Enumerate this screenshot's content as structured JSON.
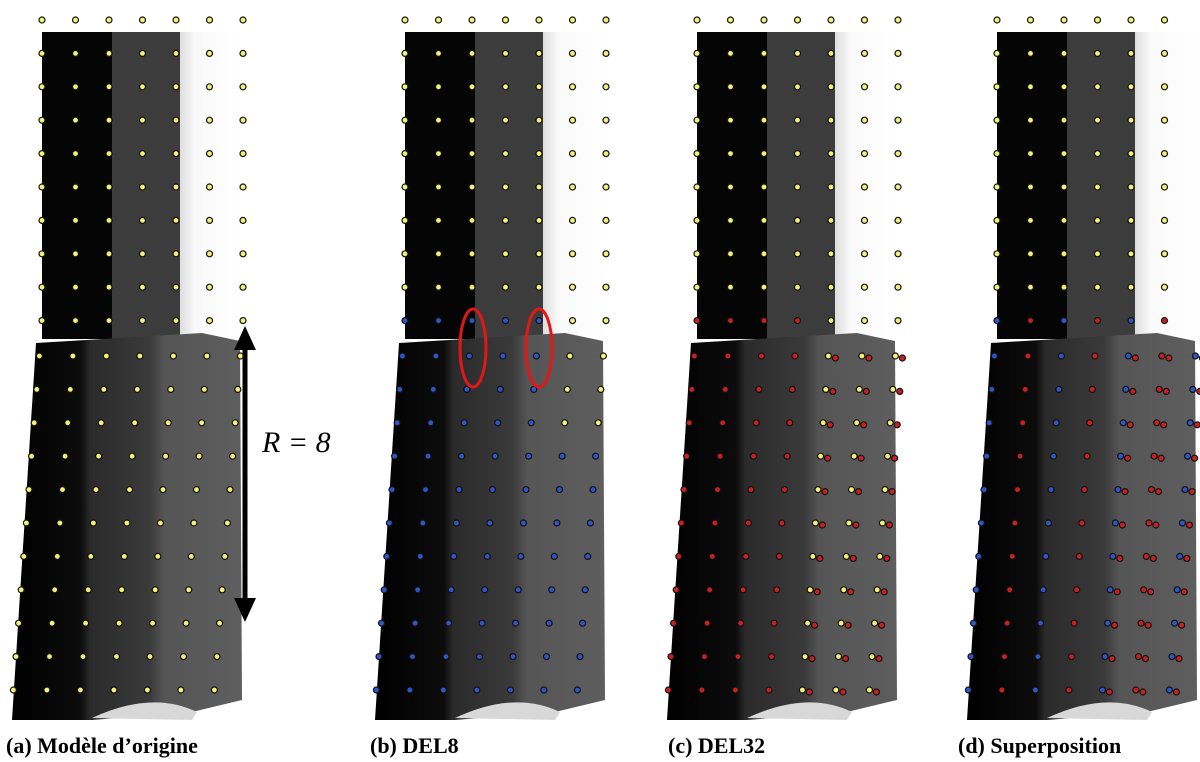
{
  "panels": [
    {
      "caption": "(a) Modèle d’origine",
      "dots": "yellow",
      "highlight": false
    },
    {
      "caption": "(b) DEL8",
      "dots": "blue",
      "highlight": true
    },
    {
      "caption": "(c) DEL32",
      "dots": "red",
      "highlight": false
    },
    {
      "caption": "(d) Superposition",
      "dots": "both",
      "highlight": false
    }
  ],
  "annotation": {
    "label": "R = 8"
  },
  "colors": {
    "black_band": "#050505",
    "dark_gray_band": "#3c3c3c",
    "light_band": "#f4f4f4",
    "yellow_dot": "#f5f07a",
    "blue_dot": "#2f55c8",
    "red_dot": "#cc2020",
    "highlight_ellipse": "#e01818",
    "dot_outline": "#111111"
  },
  "icons": {
    "arrow": "double-headed-arrow-icon"
  }
}
